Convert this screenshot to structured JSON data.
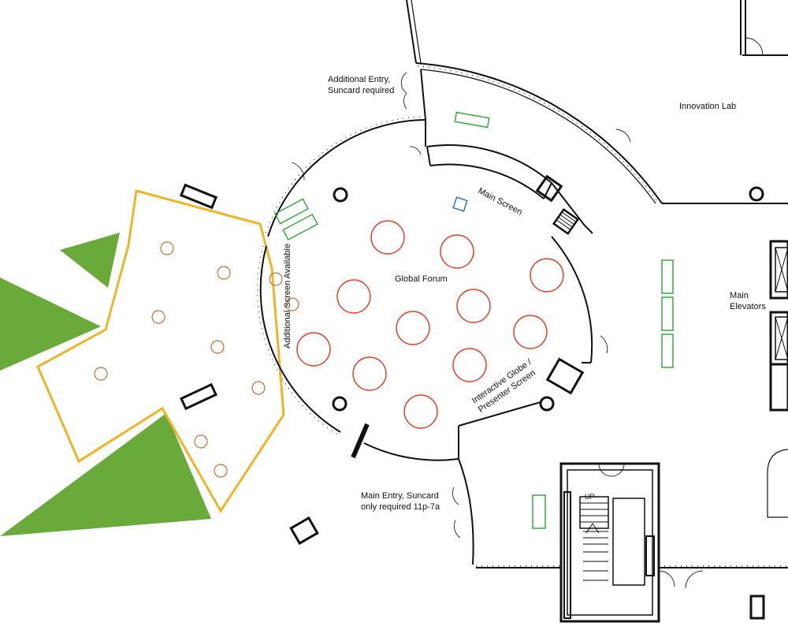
{
  "labels": {
    "additional_entry": [
      "Additional Entry,",
      "Suncard required"
    ],
    "innovation_lab": "Innovation Lab",
    "main_screen": "Main Screen",
    "global_forum": "Global Forum",
    "additional_screen": "Additional Screen Available",
    "main_elevators": [
      "Main",
      "Elevators"
    ],
    "interactive_globe": [
      "Interactive Globe /",
      "Presenter Screen"
    ],
    "main_entry": [
      "Main Entry, Suncard",
      "only required 11p-7a"
    ],
    "stair_up": "UP"
  },
  "colors": {
    "wall": "#111111",
    "table": "#e0402c",
    "outdoor_seat": "#c8703c",
    "outdoor_boundary": "#f0b428",
    "screen": "#3aa845",
    "landscape": "#6aaa3a",
    "podium": "#3a6fc0"
  },
  "icons": {
    "column": "column-circle-icon",
    "door_swing": "door-swing-icon",
    "stair": "stair-icon"
  }
}
